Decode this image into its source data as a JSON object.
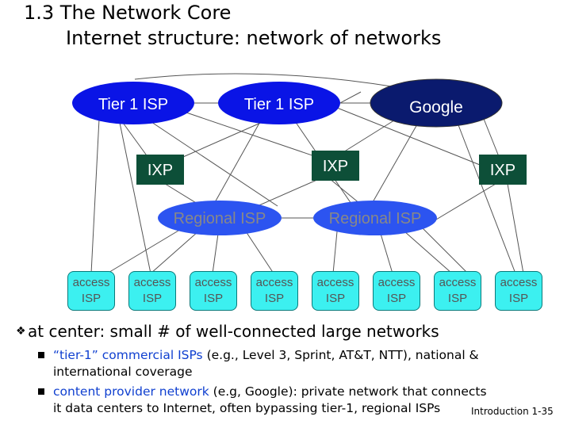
{
  "slide": {
    "title_line1": "1.3 The Network Core",
    "title_line2": "Internet structure: network of networks",
    "footer": "Introduction 1-35"
  },
  "diagram": {
    "tier1": [
      "Tier 1 ISP",
      "Tier 1 ISP"
    ],
    "content_provider": "Google",
    "ixps": [
      "IXP",
      "IXP",
      "IXP"
    ],
    "regionals": [
      "Regional ISP",
      "Regional ISP"
    ],
    "access": [
      {
        "line1": "access",
        "line2": "ISP"
      },
      {
        "line1": "access",
        "line2": "ISP"
      },
      {
        "line1": "access",
        "line2": "ISP"
      },
      {
        "line1": "access",
        "line2": "ISP"
      },
      {
        "line1": "access",
        "line2": "ISP"
      },
      {
        "line1": "access",
        "line2": "ISP"
      },
      {
        "line1": "access",
        "line2": "ISP"
      },
      {
        "line1": "access",
        "line2": "ISP"
      }
    ]
  },
  "bullets": {
    "main": "at center: small # of well-connected large networks",
    "sub1_highlight": "“tier-1” commercial ISPs",
    "sub1_rest": " (e.g., Level 3, Sprint, AT&T, NTT), national &",
    "sub1_line2": "international coverage",
    "sub2_highlight": "content provider network",
    "sub2_rest": " (e.g, Google): private network that connects",
    "sub2_line2": "it data centers to Internet, often bypassing tier-1, regional ISPs"
  },
  "colors": {
    "tier1_fill": "#0a14e6",
    "google_fill": "#0a1a6e",
    "ixp_fill": "#0d4f38",
    "regional_fill": "#2c54f0",
    "access_fill": "#3cf0f0",
    "highlight_text": "#1040d0"
  }
}
